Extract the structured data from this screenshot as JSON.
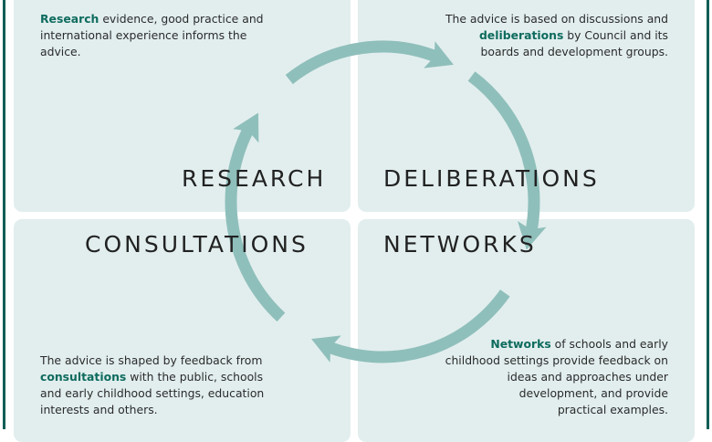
{
  "diagram": {
    "colors": {
      "panel_bg": "#e2eeee",
      "arrow": "#8fbfbb",
      "accent_text": "#0e6b5e",
      "frame_rule": "#0f5e55"
    },
    "stages": [
      {
        "id": "research",
        "label": "RESEARCH"
      },
      {
        "id": "deliberations",
        "label": "DELIBERATIONS"
      },
      {
        "id": "networks",
        "label": "NETWORKS"
      },
      {
        "id": "consultations",
        "label": "CONSULTATIONS"
      }
    ],
    "flow_direction": "clockwise",
    "flow": [
      "research",
      "deliberations",
      "networks",
      "consultations",
      "research"
    ],
    "descriptions": {
      "research": {
        "lead": "",
        "keyword": "Research",
        "line1_rest": " evidence, good practice and",
        "line2": "international experience informs the",
        "line3": "advice."
      },
      "deliberations": {
        "line1": "The advice is based on discussions and",
        "keyword": "deliberations",
        "line2_rest": " by Council and its",
        "line3": "boards and development groups."
      },
      "consultations": {
        "line1": "The advice is shaped by feedback from",
        "keyword": "consultations",
        "line2_rest": " with the public, schools",
        "line3": "and early childhood settings, education",
        "line4": "interests and others."
      },
      "networks": {
        "keyword": "Networks",
        "line1_rest": " of schools and early",
        "line2": "childhood settings provide feedback on",
        "line3": "ideas and approaches under",
        "line4": "development, and provide",
        "line5": "practical examples."
      }
    }
  }
}
